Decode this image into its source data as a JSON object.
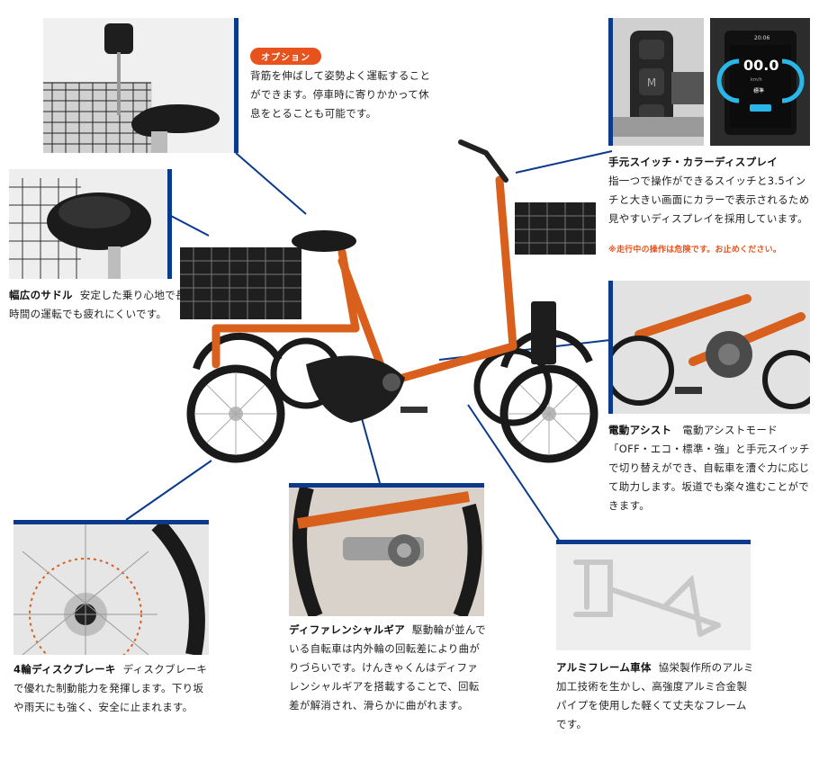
{
  "option_badge": "オプション",
  "saddle_option": {
    "text": "背筋を伸ばして姿勢よく運転することができます。停車時に寄りかかって休息をとることも可能です。"
  },
  "display": {
    "title": "手元スイッチ・カラーディスプレイ",
    "body": "指一つで操作ができるスイッチと3.5インチと大きい画面にカラーで表示されるため見やすいディスプレイを採用しています。",
    "warning": "※走行中の操作は危険です。お止めください。",
    "screen_time": "20:06",
    "screen_speed": "00.0",
    "screen_unit": "km/h",
    "screen_mode": "標準"
  },
  "saddle": {
    "title": "幅広のサドル",
    "body": "安定した乗り心地で長時間の運転でも疲れにくいです。"
  },
  "assist": {
    "title": "電動アシスト",
    "body": "電動アシストモード「OFF・エコ・標準・強」と手元スイッチで切り替えができ、自転車を漕ぐ力に応じて助力します。坂道でも楽々進むことができます。"
  },
  "brake": {
    "title": "4輪ディスクブレーキ",
    "body": "ディスクブレーキで優れた制動能力を発揮します。下り坂や雨天にも強く、安全に止まれます。"
  },
  "differential": {
    "title": "ディファレンシャルギア",
    "body": "駆動輪が並んでいる自転車は内外輪の回転差により曲がりづらいです。けんきゃくんはディファレンシャルギアを搭載することで、回転差が解消され、滑らかに曲がれます。"
  },
  "frame": {
    "title": "アルミフレーム車体",
    "body": "協栄製作所のアルミ加工技術を生かし、高強度アルミ合金製パイプを使用した軽くて丈夫なフレームです。"
  },
  "colors": {
    "accent_blue": "#0b3a8c",
    "accent_orange": "#e8531d",
    "frame_orange": "#d8601c"
  }
}
